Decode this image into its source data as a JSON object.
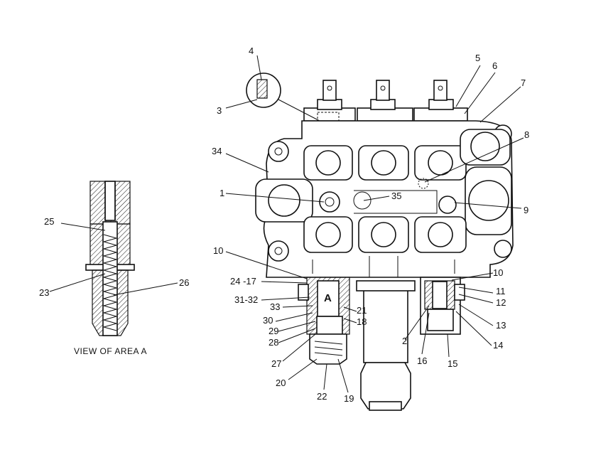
{
  "caption": "VIEW OF AREA A",
  "section_marker": "A",
  "labels": {
    "l1": "1",
    "l2": "2",
    "l3": "3",
    "l4": "4",
    "l5": "5",
    "l6": "6",
    "l7": "7",
    "l8": "8",
    "l9": "9",
    "l10a": "10",
    "l10b": "10",
    "l11": "11",
    "l12": "12",
    "l13": "13",
    "l14": "14",
    "l15": "15",
    "l16": "16",
    "l17": "24 -17",
    "l18": "18",
    "l19": "19",
    "l20": "20",
    "l21": "21",
    "l22": "22",
    "l23": "23",
    "l25": "25",
    "l26": "26",
    "l27": "27",
    "l28": "28",
    "l29": "29",
    "l30": "30",
    "l31": "31-32",
    "l33": "33",
    "l34": "34",
    "l35": "35"
  }
}
